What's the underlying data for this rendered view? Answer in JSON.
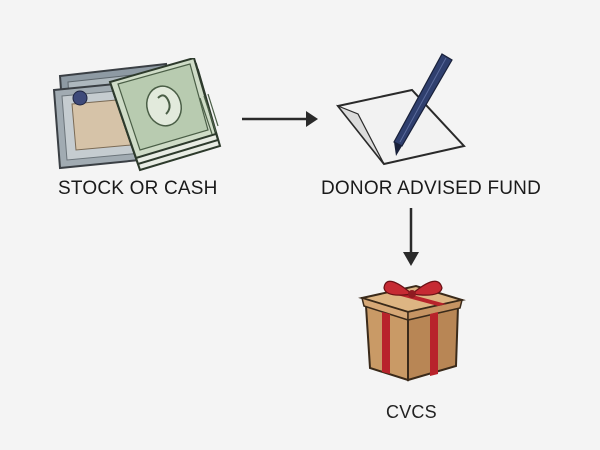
{
  "diagram": {
    "nodes": [
      {
        "id": "stock-or-cash",
        "label": "STOCK OR CASH",
        "icon": "money-stack-icon"
      },
      {
        "id": "donor-advised-fund",
        "label": "DONOR ADVISED FUND",
        "icon": "document-pen-icon"
      },
      {
        "id": "cvcs",
        "label": "CVCS",
        "icon": "gift-box-icon"
      }
    ],
    "edges": [
      {
        "from": "stock-or-cash",
        "to": "donor-advised-fund",
        "direction": "right"
      },
      {
        "from": "donor-advised-fund",
        "to": "cvcs",
        "direction": "down"
      }
    ],
    "colors": {
      "background": "#f4f4f4",
      "text": "#1a1a1a",
      "arrow": "#2a2a2a",
      "pen": "#2f3f6e",
      "ribbon": "#b8232b",
      "box": "#c99a66",
      "bill": "#cfdcc7",
      "certificate": "#a3afb5"
    }
  }
}
